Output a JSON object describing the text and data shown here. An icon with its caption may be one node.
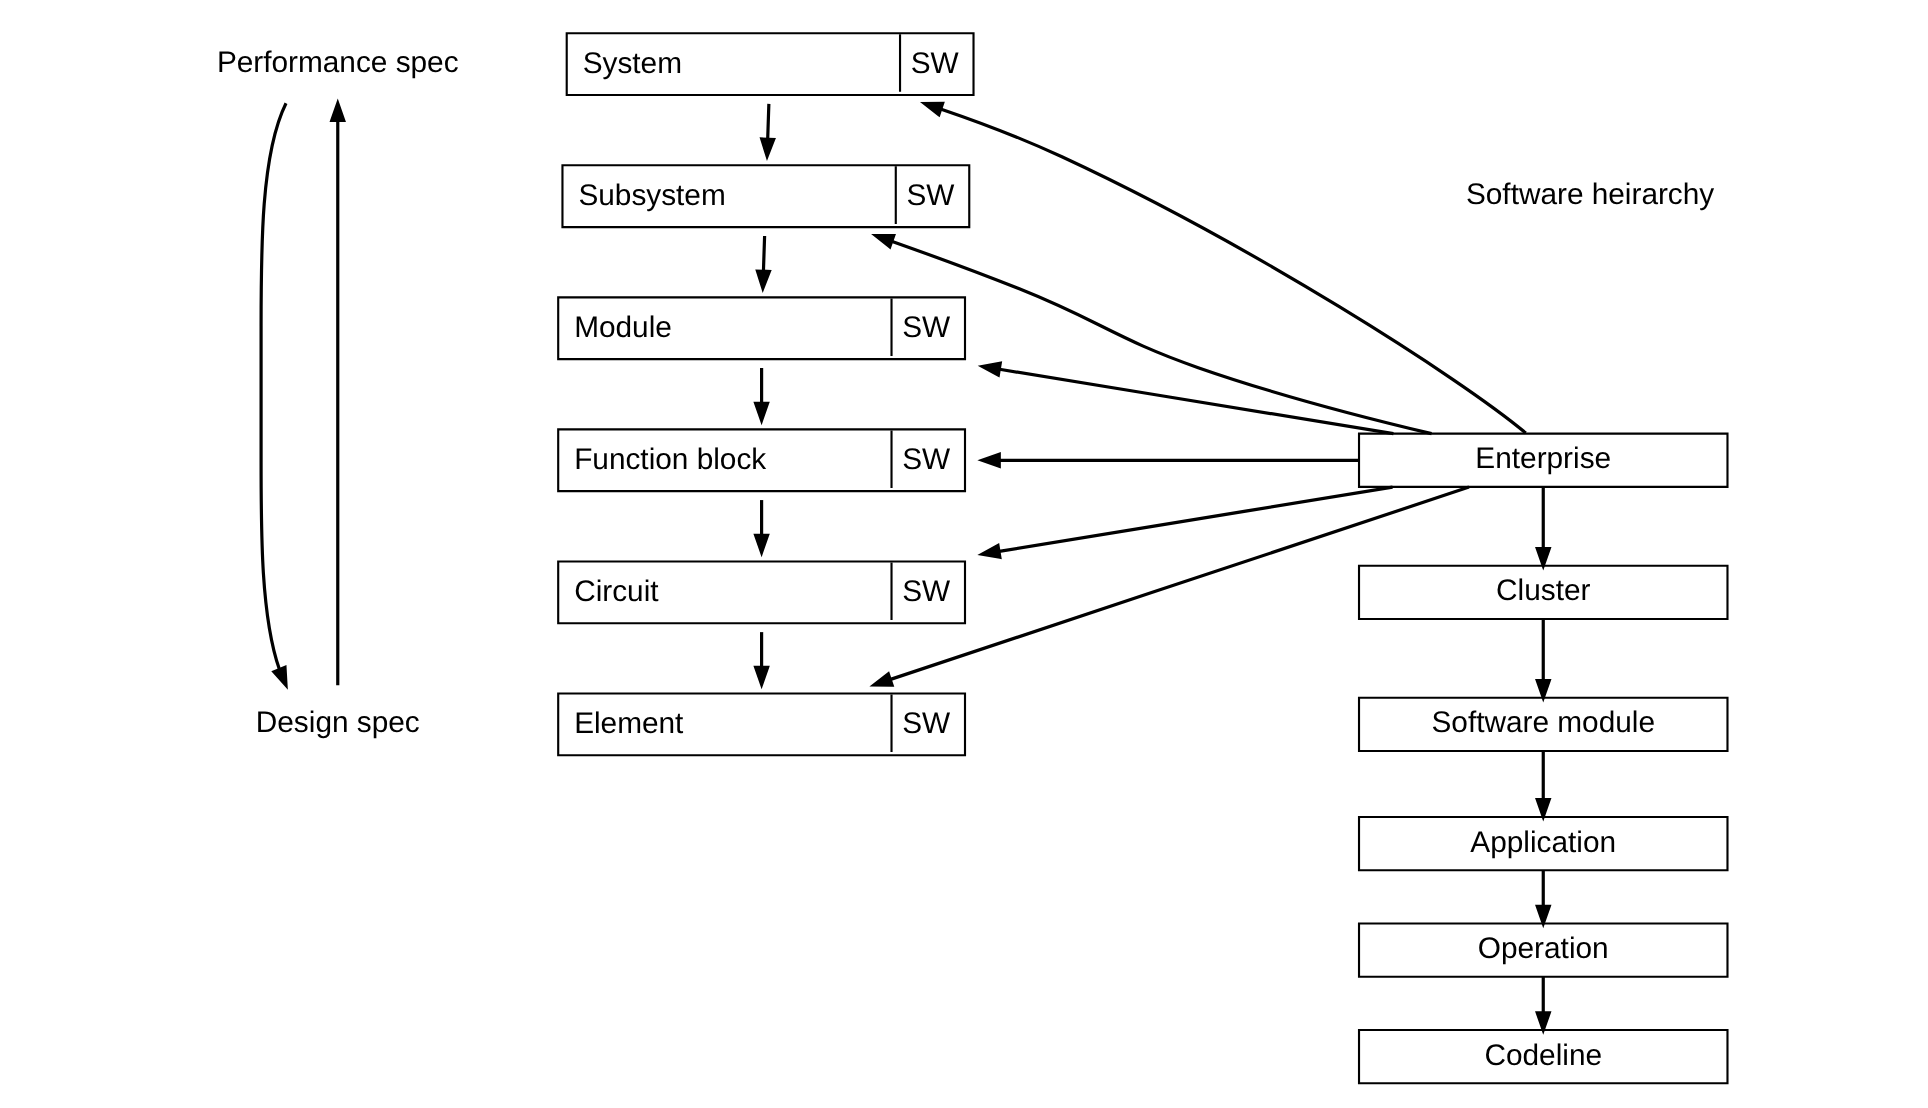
{
  "diagram": {
    "nodes": [
      {
        "text": [
          "Performance spec"
        ]
      },
      {
        "text": [
          "Design spec"
        ]
      },
      {
        "text": [
          "System",
          "SW"
        ]
      },
      {
        "text": [
          "Subsystem",
          "SW"
        ]
      },
      {
        "text": [
          "Module",
          "SW"
        ]
      },
      {
        "text": [
          "Function block",
          "SW"
        ]
      },
      {
        "text": [
          "Circuit",
          "SW"
        ]
      },
      {
        "text": [
          "Element",
          "SW"
        ]
      },
      {
        "text": [
          "Enterprise"
        ]
      },
      {
        "text": [
          "Cluster"
        ]
      },
      {
        "text": [
          "Software module"
        ]
      },
      {
        "text": [
          "Application"
        ]
      },
      {
        "text": [
          "Operation"
        ]
      },
      {
        "text": [
          "Codeline"
        ]
      }
    ],
    "edges": [
      {
        "from": 0,
        "to": 1,
        "arrow": "to"
      },
      {
        "from": 1,
        "to": 0,
        "arrow": "to"
      },
      {
        "from": 2,
        "to": 3,
        "arrow": "to"
      },
      {
        "from": 3,
        "to": 4,
        "arrow": "to"
      },
      {
        "from": 4,
        "to": 5,
        "arrow": "to"
      },
      {
        "from": 5,
        "to": 6,
        "arrow": "to"
      },
      {
        "from": 6,
        "to": 7,
        "arrow": "to"
      },
      {
        "from": 8,
        "to": 2,
        "arrow": "to"
      },
      {
        "from": 8,
        "to": 3,
        "arrow": "to"
      },
      {
        "from": 8,
        "to": 4,
        "arrow": "to"
      },
      {
        "from": 8,
        "to": 5,
        "arrow": "to"
      },
      {
        "from": 8,
        "to": 6,
        "arrow": "to"
      },
      {
        "from": 8,
        "to": 7,
        "arrow": "to"
      },
      {
        "from": 8,
        "to": 9,
        "arrow": "to"
      },
      {
        "from": 9,
        "to": 10,
        "arrow": "to"
      },
      {
        "from": 10,
        "to": 11,
        "arrow": "to"
      },
      {
        "from": 11,
        "to": 12,
        "arrow": "to"
      },
      {
        "from": 12,
        "to": 13,
        "arrow": "to"
      }
    ],
    "labels": [
      "Software heirarchy"
    ]
  }
}
